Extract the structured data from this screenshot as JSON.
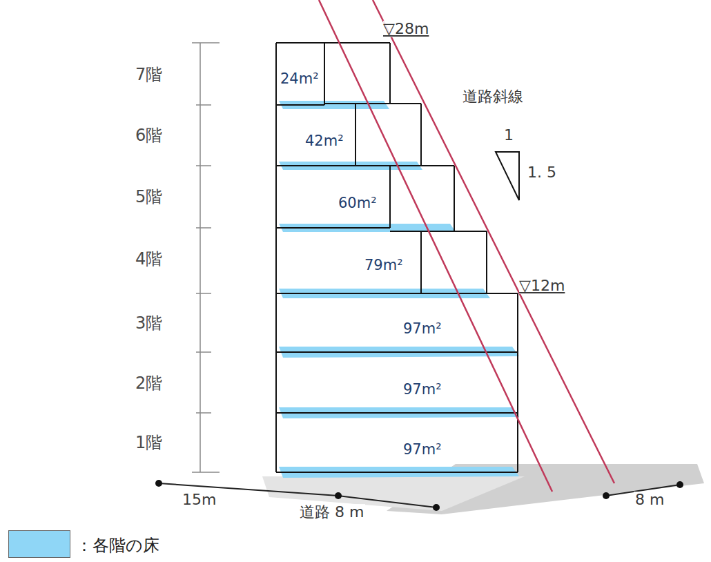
{
  "diagram": {
    "labels": [
      "▽28m",
      "7階",
      "6階",
      "5階",
      "4階",
      "3階",
      "2階",
      "1階",
      "24m²",
      "道路斜線",
      "1",
      "42m²",
      "1. 5",
      "60m²",
      "79m²",
      "▽12m",
      "97m²",
      "97m²",
      "97m²",
      "15m",
      "道路 8 m",
      "8 m"
    ],
    "legend": [
      {
        "text": "：各階の床",
        "color": "#8fd6f6"
      }
    ]
  }
}
